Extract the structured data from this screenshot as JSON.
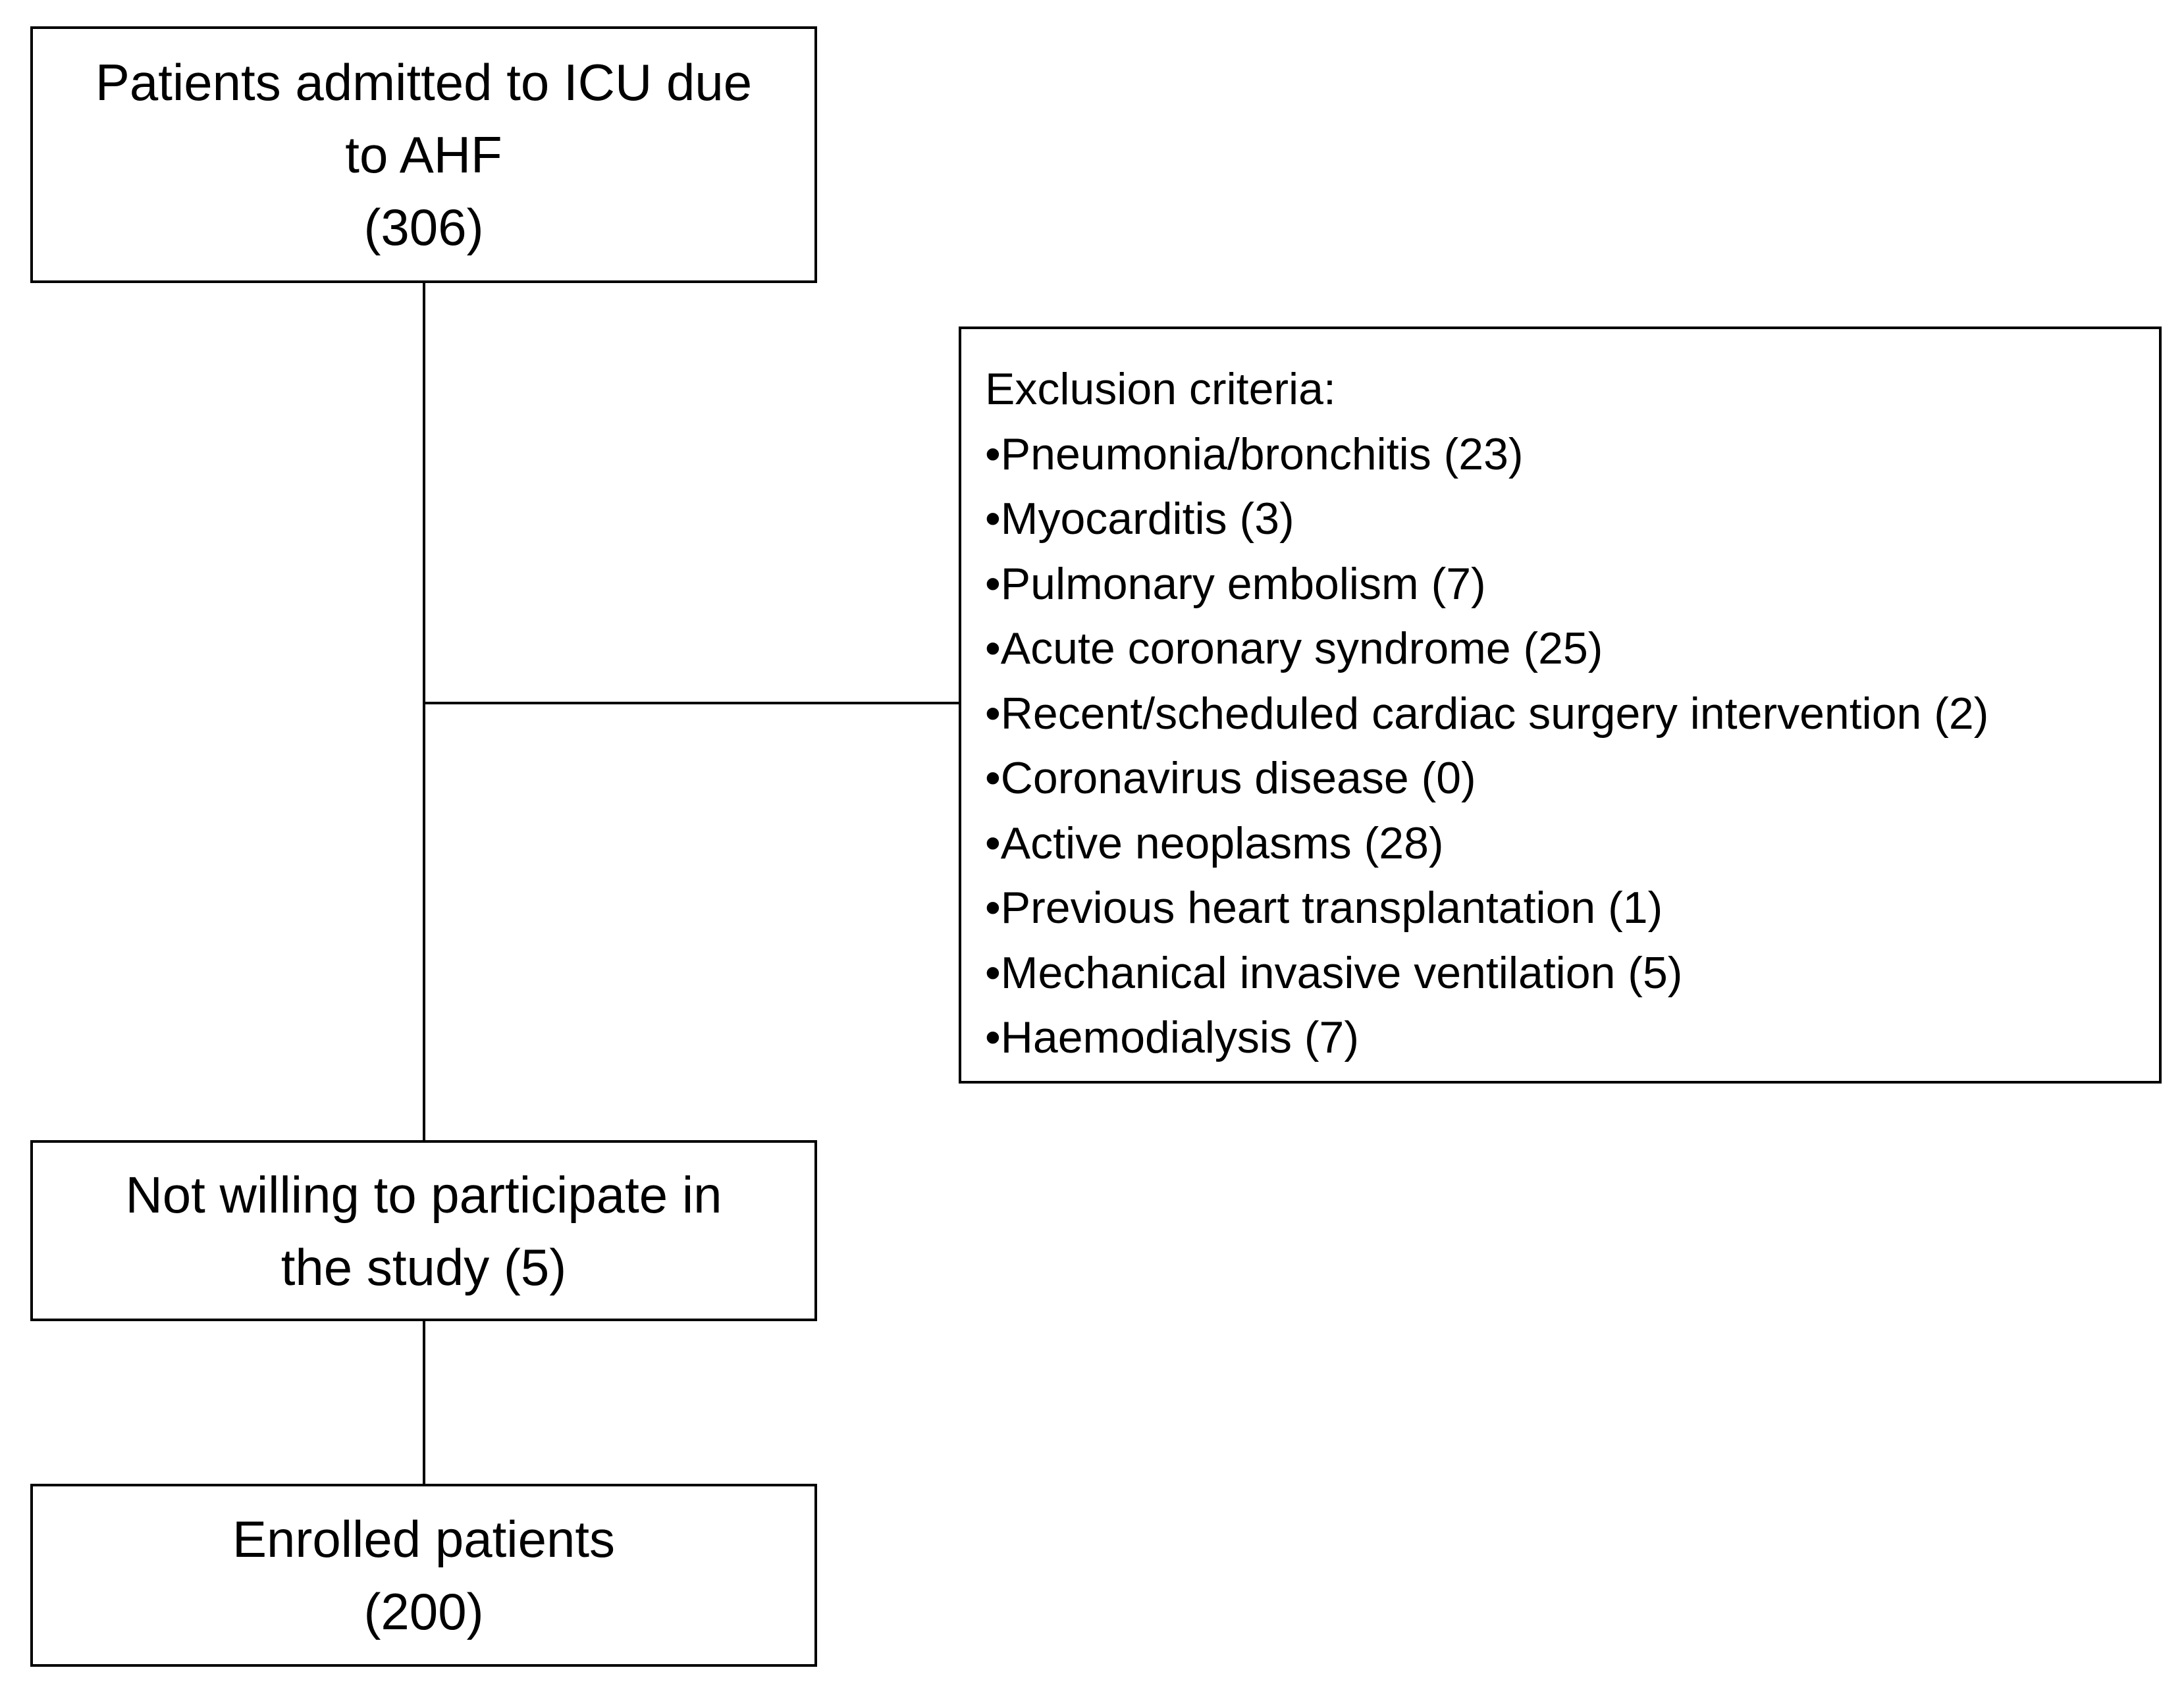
{
  "flowchart": {
    "admitted": {
      "line1": "Patients admitted to ICU due",
      "line2": "to AHF",
      "count": "(306)"
    },
    "exclusion": {
      "heading": "Exclusion criteria:",
      "items": [
        "•Pneumonia/bronchitis (23)",
        "•Myocarditis (3)",
        "•Pulmonary embolism (7)",
        "•Acute coronary syndrome (25)",
        "•Recent/scheduled cardiac surgery intervention (2)",
        "•Coronavirus disease (0)",
        "•Active neoplasms (28)",
        "•Previous heart transplantation (1)",
        "•Mechanical invasive ventilation (5)",
        "•Haemodialysis (7)"
      ]
    },
    "not_willing": {
      "line1": "Not willing to participate in",
      "line2": "the study (5)"
    },
    "enrolled": {
      "line1": "Enrolled patients",
      "count": "(200)"
    }
  }
}
